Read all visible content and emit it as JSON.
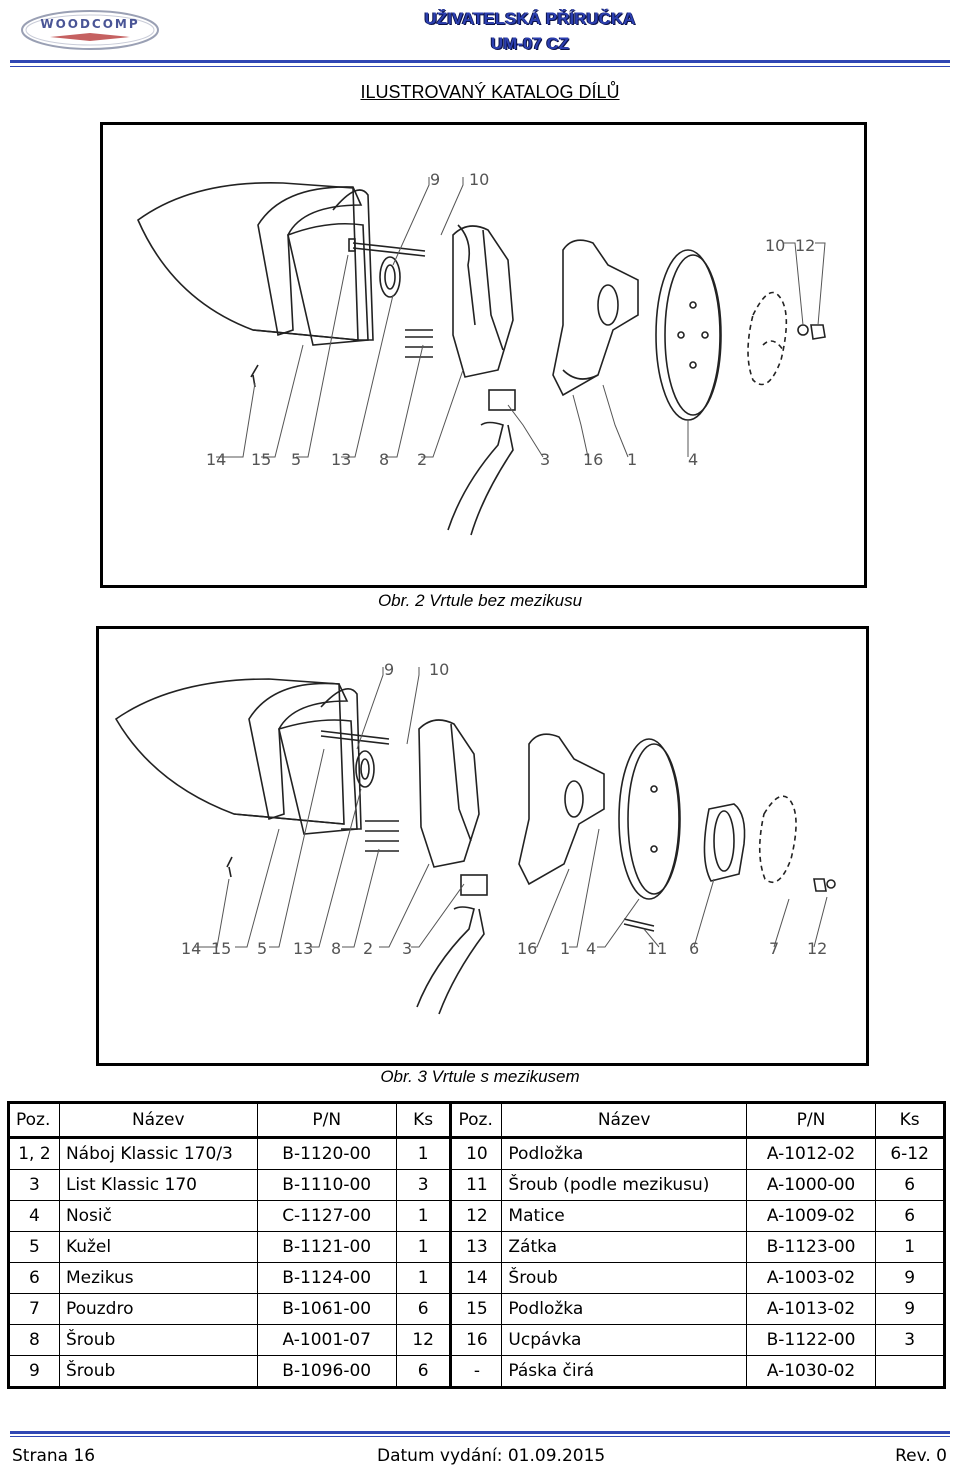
{
  "header": {
    "logo_text": "WOODCOMP",
    "title_line1": "UŽIVATELSKÁ PŘÍRUČKA",
    "title_line2": "UM-07 CZ"
  },
  "catalog_title": "ILUSTROVANÝ KATALOG DÍLŮ",
  "figure1": {
    "caption": "Obr. 2  Vrtule bez mezikusu",
    "callouts_top": [
      "9",
      "10",
      "10",
      "12"
    ],
    "callouts_bottom": [
      "14",
      "15",
      "5",
      "13",
      "8",
      "2",
      "3",
      "16",
      "1",
      "4"
    ]
  },
  "figure2": {
    "caption": "Obr. 3  Vrtule s mezikusem",
    "callouts_top": [
      "9",
      "10"
    ],
    "callouts_bottom": [
      "14",
      "15",
      "5",
      "13",
      "8",
      "2",
      "3",
      "16",
      "1",
      "4",
      "11",
      "6",
      "7",
      "12"
    ]
  },
  "table": {
    "headers": [
      "Poz.",
      "Název",
      "P/N",
      "Ks",
      "Poz.",
      "Název",
      "P/N",
      "Ks"
    ],
    "rows": [
      [
        "1, 2",
        "Náboj Klassic 170/3",
        "B-1120-00",
        "1",
        "10",
        "Podložka",
        "A-1012-02",
        "6-12"
      ],
      [
        "3",
        "List Klassic 170",
        "B-1110-00",
        "3",
        "11",
        "Šroub (podle mezikusu)",
        "A-1000-00",
        "6"
      ],
      [
        "4",
        "Nosič",
        "C-1127-00",
        "1",
        "12",
        "Matice",
        "A-1009-02",
        "6"
      ],
      [
        "5",
        "Kužel",
        "B-1121-00",
        "1",
        "13",
        "Zátka",
        "B-1123-00",
        "1"
      ],
      [
        "6",
        "Mezikus",
        "B-1124-00",
        "1",
        "14",
        "Šroub",
        "A-1003-02",
        "9"
      ],
      [
        "7",
        "Pouzdro",
        "B-1061-00",
        "6",
        "15",
        "Podložka",
        "A-1013-02",
        "9"
      ],
      [
        "8",
        "Šroub",
        "A-1001-07",
        "12",
        "16",
        "Ucpávka",
        "B-1122-00",
        "3"
      ],
      [
        "9",
        "Šroub",
        "B-1096-00",
        "6",
        "-",
        "Páska čirá",
        "A-1030-02",
        ""
      ]
    ]
  },
  "footer": {
    "page": "Strana 16",
    "date": "Datum vydání: 01.09.2015",
    "rev": "Rev. 0"
  },
  "colors": {
    "accent": "#3047b4",
    "title_blue": "#2c3fb0"
  }
}
